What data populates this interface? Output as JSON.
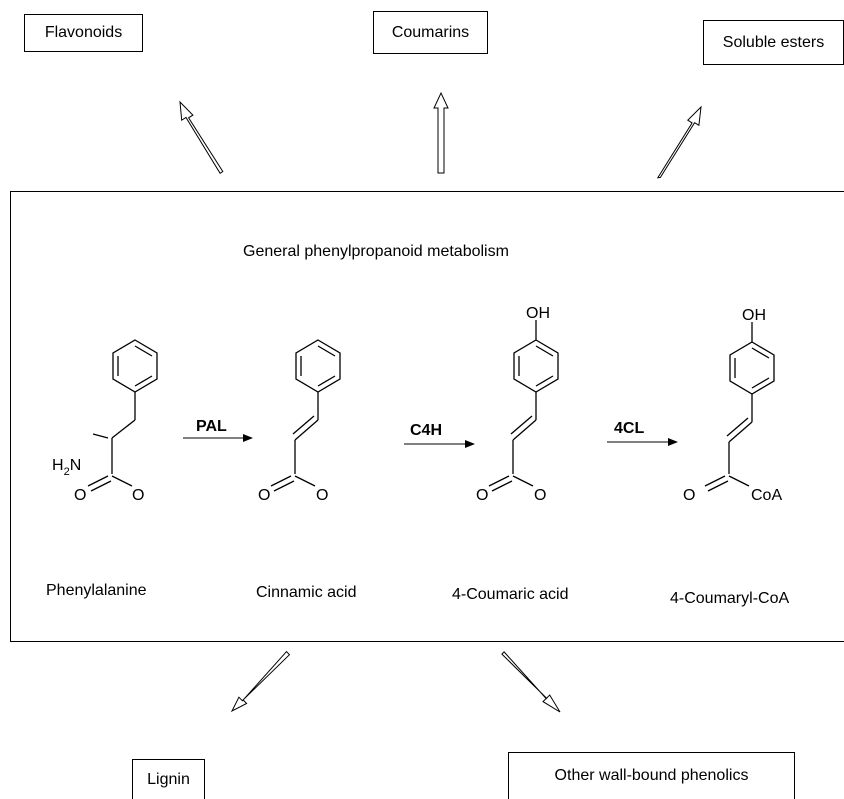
{
  "products": {
    "flavonoids": "Flavonoids",
    "coumarins": "Coumarins",
    "soluble_esters": "Soluble esters",
    "lignin": "Lignin",
    "other_phenolics": "Other wall-bound phenolics"
  },
  "pathway": {
    "title": "General phenylpropanoid metabolism",
    "compounds": {
      "phenylalanine": "Phenylalanine",
      "cinnamic_acid": "Cinnamic acid",
      "coumaric_acid": "4-Coumaric acid",
      "coumaryl_coa": "4-Coumaryl-CoA"
    },
    "enzymes": {
      "pal": "PAL",
      "c4h": "C4H",
      "c4l": "4CL"
    }
  },
  "atoms": {
    "h2n_h": "H",
    "h2n_sub": "2",
    "h2n_n": "N",
    "oxygen": "O",
    "hydroxyl": "OH",
    "coa": "CoA"
  }
}
